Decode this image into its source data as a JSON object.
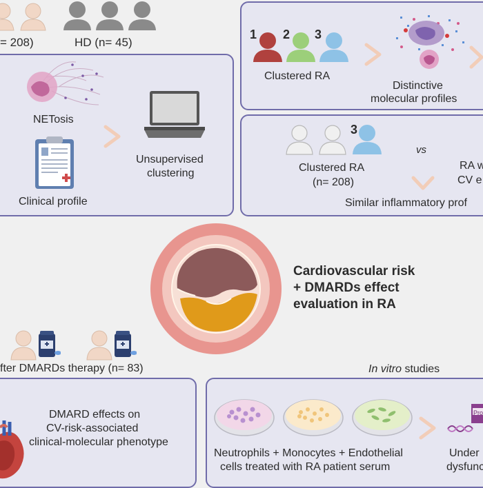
{
  "top_left": {
    "ra_count_fragment": "= 208)",
    "hd_label": "HD (n= 45)"
  },
  "panel_unsupervised": {
    "netosis_label": "NETosis",
    "clinical_profile_label": "Clinical profile",
    "clustering_line1": "Unsupervised",
    "clustering_line2": "clustering"
  },
  "panel_clustered": {
    "numbers": [
      "1",
      "2",
      "3"
    ],
    "clustered_ra_label": "Clustered RA",
    "profiles_line1": "Distinctive",
    "profiles_line2": "molecular profiles"
  },
  "panel_comparison": {
    "number": "3",
    "clustered_line1": "Clustered RA",
    "clustered_line2": "(n= 208)",
    "vs_label": "vs",
    "ra_fragment_line1": "RA w",
    "ra_fragment_line2": "CV e",
    "similar_label": "Similar inflammatory prof"
  },
  "center": {
    "title_line1": "Cardiovascular risk",
    "title_line2": "+ DMARDs effect",
    "title_line3": "evaluation in RA"
  },
  "bottom_left": {
    "therapy_label": "fter DMARDs therapy (n= 83)",
    "effects_line1": "DMARD effects on",
    "effects_line2": "CV-risk-associated",
    "effects_line3": "clinical-molecular phenotype"
  },
  "bottom_right": {
    "in_vitro_label": "In vitro",
    "studies_label": " studies",
    "cells_line1": "Neutrophils + Monocytes + Endothelial",
    "cells_line2": "cells treated with RA patient serum",
    "under_fragment": "Under",
    "dysfunc_fragment": "dysfunc",
    "pro_fragment": "Pro"
  },
  "colors": {
    "panel_border": "#6f6ba9",
    "panel_fill": "#e6e6f1",
    "background": "#f0f0f0",
    "chevron": "#f2cdb8",
    "patient_red": "#b0413e",
    "patient_green": "#9ccf7a",
    "patient_blue": "#8ec2e6",
    "healthy_gray": "#8a8a8a",
    "vessel_pink": "#e8958f",
    "plaque_orange": "#e09a1a",
    "plaque_brown": "#8c5a5a"
  }
}
